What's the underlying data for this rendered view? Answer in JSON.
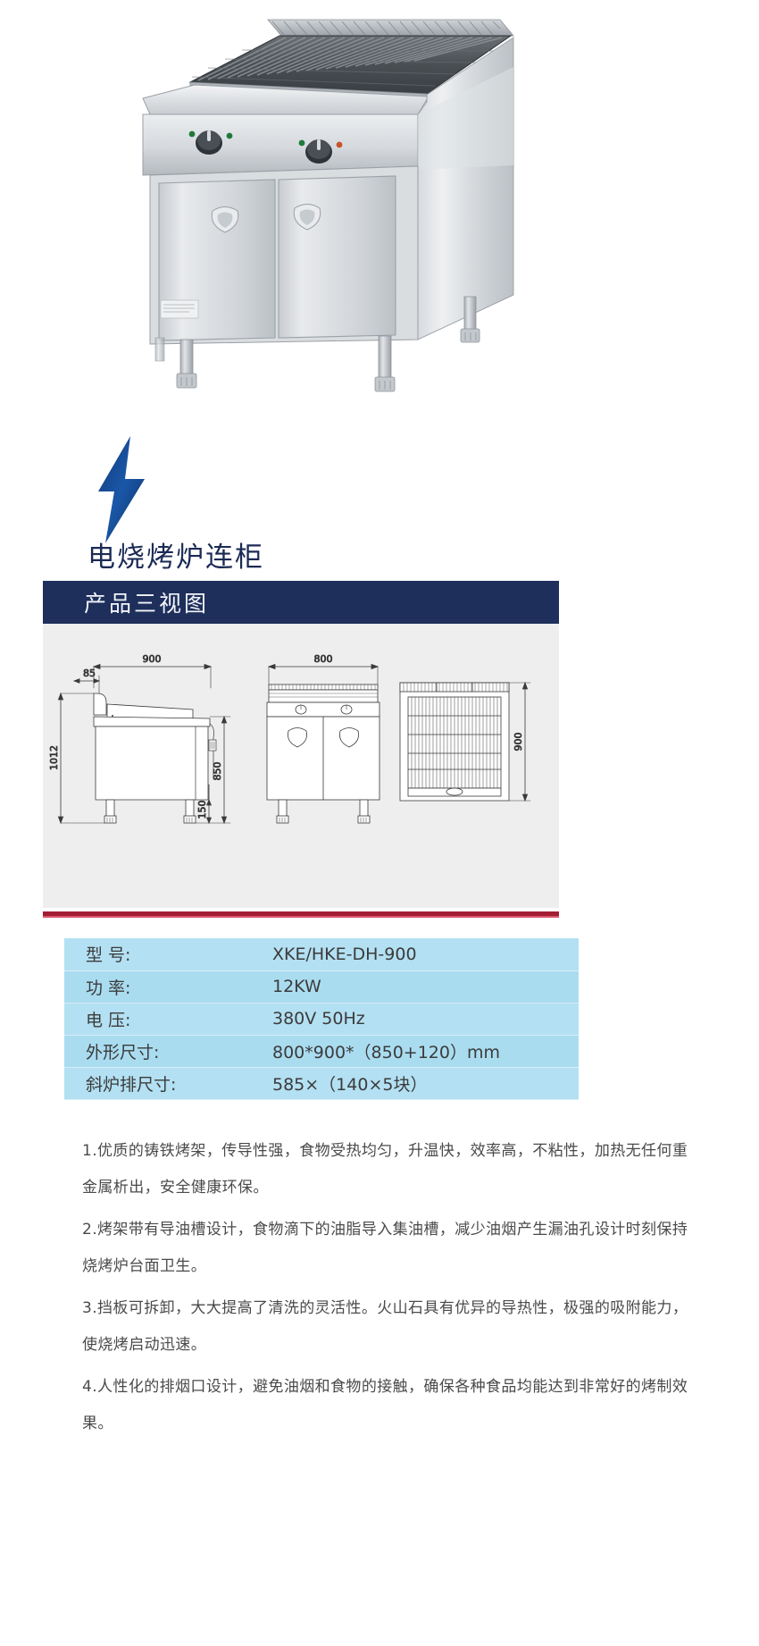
{
  "product": {
    "photo_alt": "电烧烤炉连柜 stainless steel electric char-broiler with cabinet base",
    "title": "电烧烤炉连柜"
  },
  "section": {
    "views_banner": "产品三视图"
  },
  "drawings": {
    "side_view": {
      "name": "side-view",
      "dim_width": "900",
      "dim_offset": "85",
      "dim_total_height": "1012",
      "dim_counter_height": "850",
      "dim_leg_height": "150"
    },
    "front_view": {
      "name": "front-view",
      "dim_width": "800"
    },
    "top_view": {
      "name": "top-view",
      "dim_depth": "900"
    }
  },
  "specs": {
    "rows": [
      {
        "label": "型   号:",
        "value": "XKE/HKE-DH-900"
      },
      {
        "label": "功   率:",
        "value": "12KW"
      },
      {
        "label": "电   压:",
        "value": "380V  50Hz"
      },
      {
        "label": "外形尺寸:",
        "value": "800*900*（850+120）mm"
      },
      {
        "label": "斜炉排尺寸:",
        "value": "585×（140×5块）"
      }
    ]
  },
  "description": {
    "items": [
      "1.优质的铸铁烤架，传导性强，食物受热均匀，升温快，效率高，不粘性，加热无任何重金属析出，安全健康环保。",
      "2.烤架带有导油槽设计，食物滴下的油脂导入集油槽，减少油烟产生漏油孔设计时刻保持烧烤炉台面卫生。",
      "3.挡板可拆卸，大大提高了清洗的灵活性。火山石具有优异的导热性，极强的吸附能力，使烧烤启动迅速。",
      "4.人性化的排烟口设计，避免油烟和食物的接触，确保各种食品均能达到非常好的烤制效果。"
    ]
  },
  "colors": {
    "banner_navy": "#1e2f5c",
    "title_navy": "#1b2a55",
    "bolt_blue": "#1a4f94",
    "table_blue": "#b3e0f2",
    "divider_red": "#a31d34",
    "drawing_bg": "#eeeeee"
  }
}
